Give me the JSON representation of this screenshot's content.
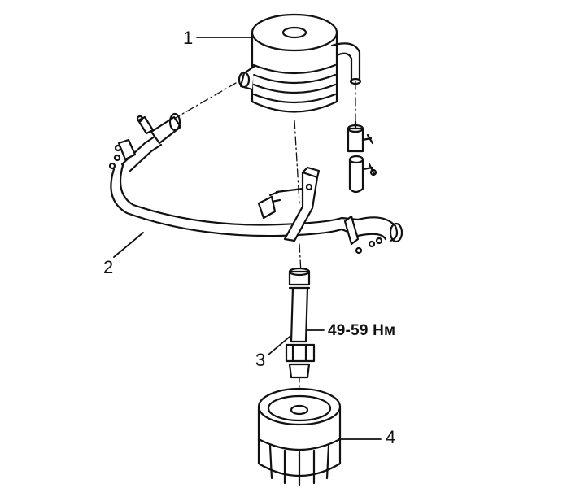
{
  "callouts": {
    "part1": "1",
    "part2": "2",
    "part3": "3",
    "part4": "4",
    "torque": "49-59 Нм"
  },
  "colors": {
    "ink": "#111111",
    "paper": "#ffffff"
  }
}
